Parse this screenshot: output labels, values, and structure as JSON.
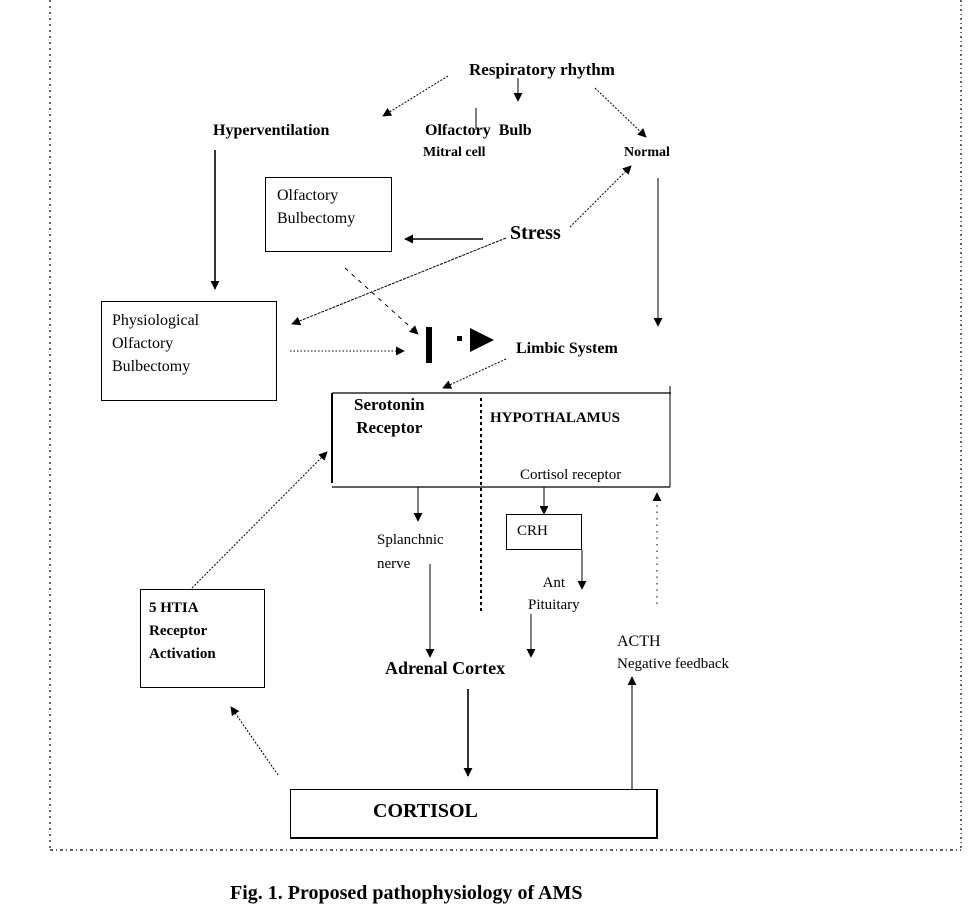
{
  "figure": {
    "caption": "Fig. 1. Proposed pathophysiology of AMS"
  },
  "nodes": {
    "respiratory_rhythm": "Respiratory rhythm",
    "hyperventilation": "Hyperventilation",
    "olfactory_bulb": "Olfactory  Bulb",
    "mitral_cell": "Mitral cell",
    "normal": "Normal",
    "olfactory_bulbectomy": "Olfactory\nBulbectomy",
    "stress": "Stress",
    "physiological_olfactory_bulbectomy": "Physiological\nOlfactory\nBulbectomy",
    "limbic_system": "Limbic System",
    "serotonin_receptor": "Serotonin\nReceptor",
    "hypothalamus": "HYPOTHALAMUS",
    "cortisol_receptor": "Cortisol receptor",
    "crh": "CRH",
    "splanchnic_nerve": "Splanchnic\nnerve",
    "ant_pituitary": "Ant\nPituitary",
    "acth": "ACTH",
    "negative_feedback": "Negative feedback",
    "five_htia": "5 HTIA\nReceptor\nActivation",
    "adrenal_cortex": "Adrenal Cortex",
    "cortisol": "CORTISOL"
  },
  "edges": [
    {
      "from": "Respiratory rhythm",
      "to": "Hyperventilation",
      "style": "dotted"
    },
    {
      "from": "Respiratory rhythm",
      "to": "Olfactory Bulb",
      "style": "solid"
    },
    {
      "from": "Respiratory rhythm",
      "to": "Normal",
      "style": "dotted"
    },
    {
      "from": "Hyperventilation",
      "to": "Physiological Olfactory Bulbectomy",
      "style": "solid"
    },
    {
      "from": "Stress",
      "to": "Olfactory Bulbectomy",
      "style": "solid"
    },
    {
      "from": "Stress",
      "to": "Normal",
      "style": "dotted"
    },
    {
      "from": "Stress",
      "to": "Physiological Olfactory Bulbectomy",
      "style": "dotted"
    },
    {
      "from": "Olfactory Bulbectomy",
      "to": "Block",
      "style": "dashed"
    },
    {
      "from": "Physiological Olfactory Bulbectomy",
      "to": "Block",
      "style": "dotted"
    },
    {
      "from": "Block",
      "to": "Limbic System",
      "style": "dashed"
    },
    {
      "from": "Normal",
      "to": "Limbic System",
      "style": "solid"
    },
    {
      "from": "Limbic System",
      "to": "Hypothalamus",
      "style": "dotted"
    },
    {
      "from": "Hypothalamus",
      "to": "Splanchnic nerve",
      "style": "solid"
    },
    {
      "from": "Hypothalamus",
      "to": "CRH",
      "style": "solid"
    },
    {
      "from": "CRH",
      "to": "Ant Pituitary",
      "style": "solid"
    },
    {
      "from": "Splanchnic nerve",
      "to": "Adrenal Cortex",
      "style": "solid"
    },
    {
      "from": "Ant Pituitary",
      "to": "Adrenal Cortex",
      "style": "solid"
    },
    {
      "from": "Adrenal Cortex",
      "to": "CORTISOL",
      "style": "solid"
    },
    {
      "from": "CORTISOL",
      "to": "ACTH Negative feedback",
      "style": "solid"
    },
    {
      "from": "ACTH Negative feedback",
      "to": "Hypothalamus",
      "style": "dotted"
    },
    {
      "from": "CORTISOL",
      "to": "5 HTIA Receptor Activation",
      "style": "dotted"
    },
    {
      "from": "5 HTIA Receptor Activation",
      "to": "Serotonin Receptor",
      "style": "dotted"
    }
  ]
}
